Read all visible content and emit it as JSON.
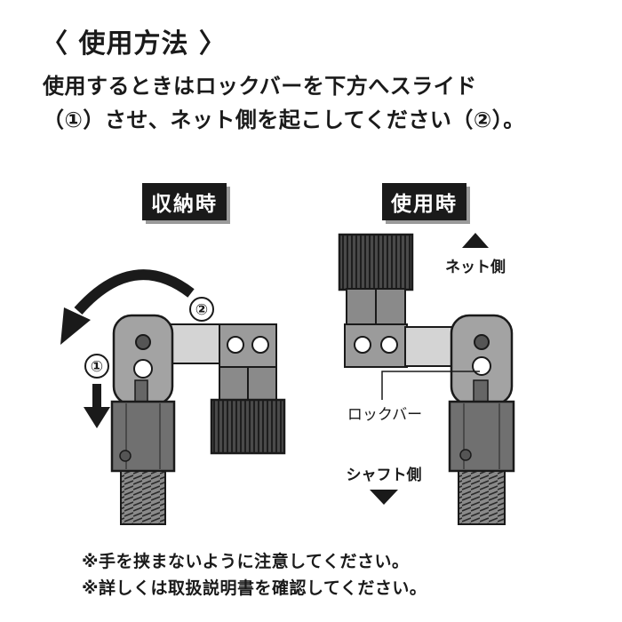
{
  "title": "〈 使用方法 〉",
  "instructions": {
    "line1": "使用するときはロックバーを下方へスライド",
    "line2": "（①）させ、ネット側を起こしてください（②）。"
  },
  "labels": {
    "stored": "収納時",
    "in_use": "使用時",
    "step1": "①",
    "step2": "②",
    "net_side": "ネット側",
    "shaft_side": "シャフト側",
    "lock_bar": "ロックバー"
  },
  "notes": [
    "※手を挟まないように注意してください。",
    "※詳しくは取扱説明書を確認してください。"
  ],
  "colors": {
    "ink": "#1a1a1a",
    "metal_dark": "#6f6f6f",
    "metal_mid": "#9c9c9c",
    "metal_light": "#c9c9c9",
    "tag_shadow": "#9a9a9a"
  }
}
